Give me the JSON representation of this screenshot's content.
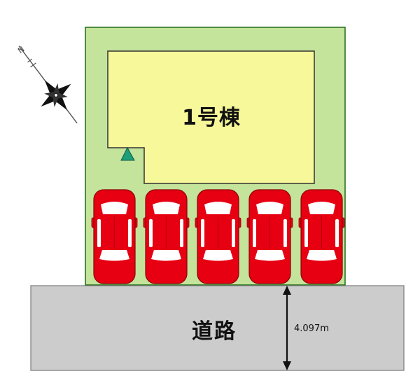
{
  "site_plan": {
    "building_label": "1号棟",
    "road_label": "道路",
    "road_width_label": "4.097m",
    "compass_north": "N",
    "parking_spaces": 5,
    "entrance_marker": "entrance-triangle"
  },
  "colors": {
    "lot": "#c4e39b",
    "lot_border": "#1e6b17",
    "building": "#f6f89a",
    "road": "#cccccc",
    "car_body": "#e60012",
    "car_window": "#ffffff",
    "entrance": "#1d9e78",
    "dimension_line": "#111111"
  },
  "icons": {
    "compass": "compass-rose-icon",
    "car": "car-icon",
    "entrance": "triangle-icon"
  }
}
